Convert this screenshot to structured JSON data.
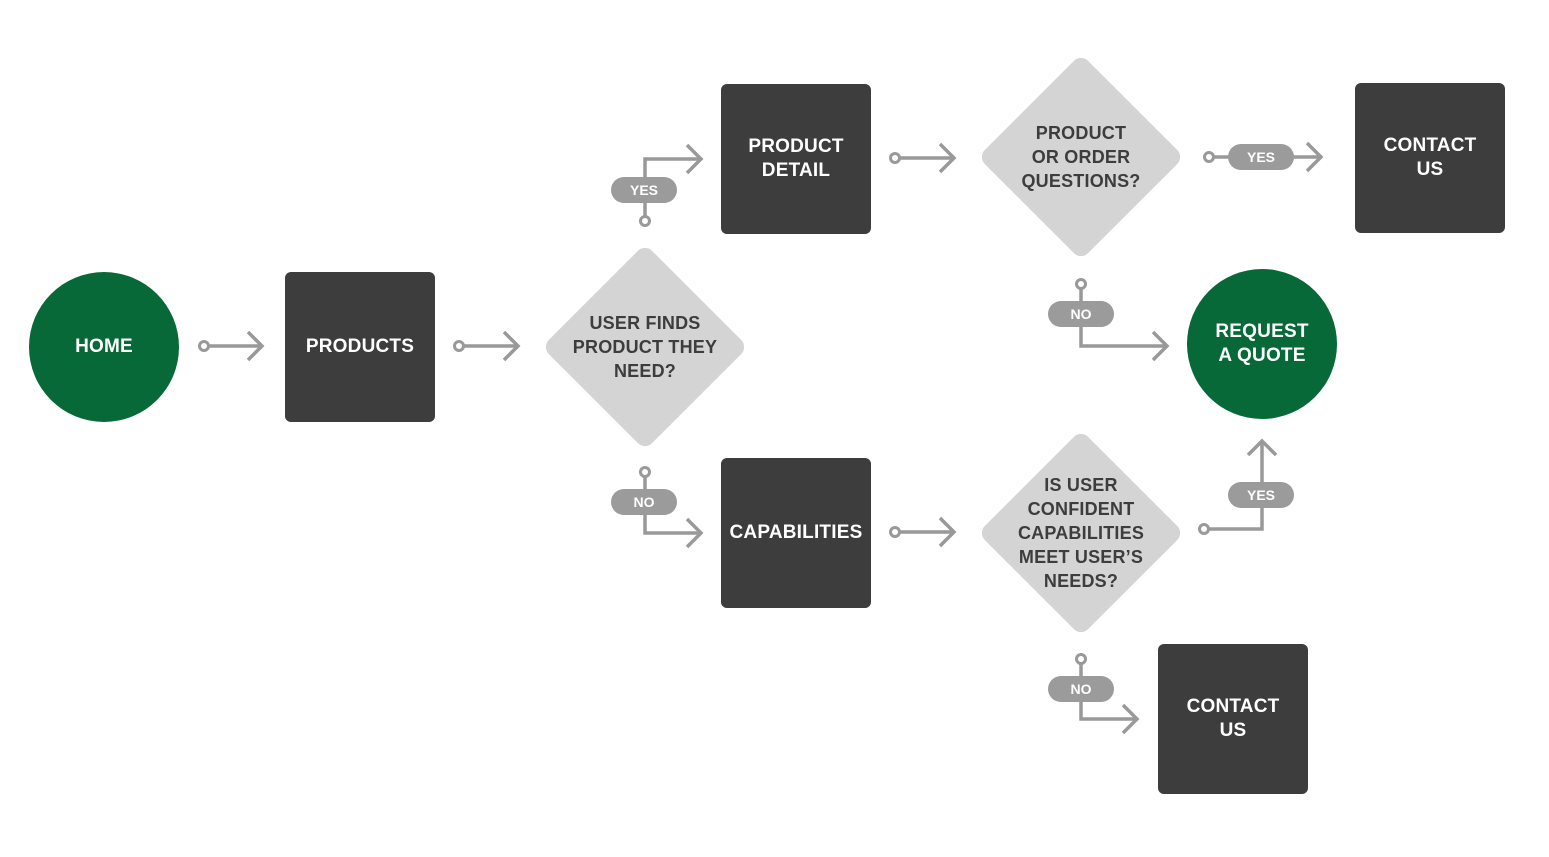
{
  "diagram": {
    "nodes": {
      "home": "HOME",
      "products": "PRODUCTS",
      "user_finds_product": "USER FINDS\nPRODUCT THEY\nNEED?",
      "product_detail": "PRODUCT\nDETAIL",
      "capabilities": "CAPABILITIES",
      "product_or_order_questions": "PRODUCT\nOR ORDER\nQUESTIONS?",
      "contact_us_top": "CONTACT\nUS",
      "request_a_quote": "REQUEST\nA QUOTE",
      "user_confident": "IS USER\nCONFIDENT\nCAPABILITIES\nMEET USER’S\nNEEDS?",
      "contact_us_bottom": "CONTACT\nUS"
    },
    "branch_labels": {
      "finds_yes": "YES",
      "finds_no": "NO",
      "questions_yes": "YES",
      "questions_no": "NO",
      "confident_yes": "YES",
      "confident_no": "NO"
    }
  },
  "colors": {
    "process_box": "#3d3d3d",
    "terminal_circle": "#066937",
    "decision_diamond": "#d4d4d4",
    "connector": "#999999",
    "branch_pill": "#9b9b9b"
  }
}
